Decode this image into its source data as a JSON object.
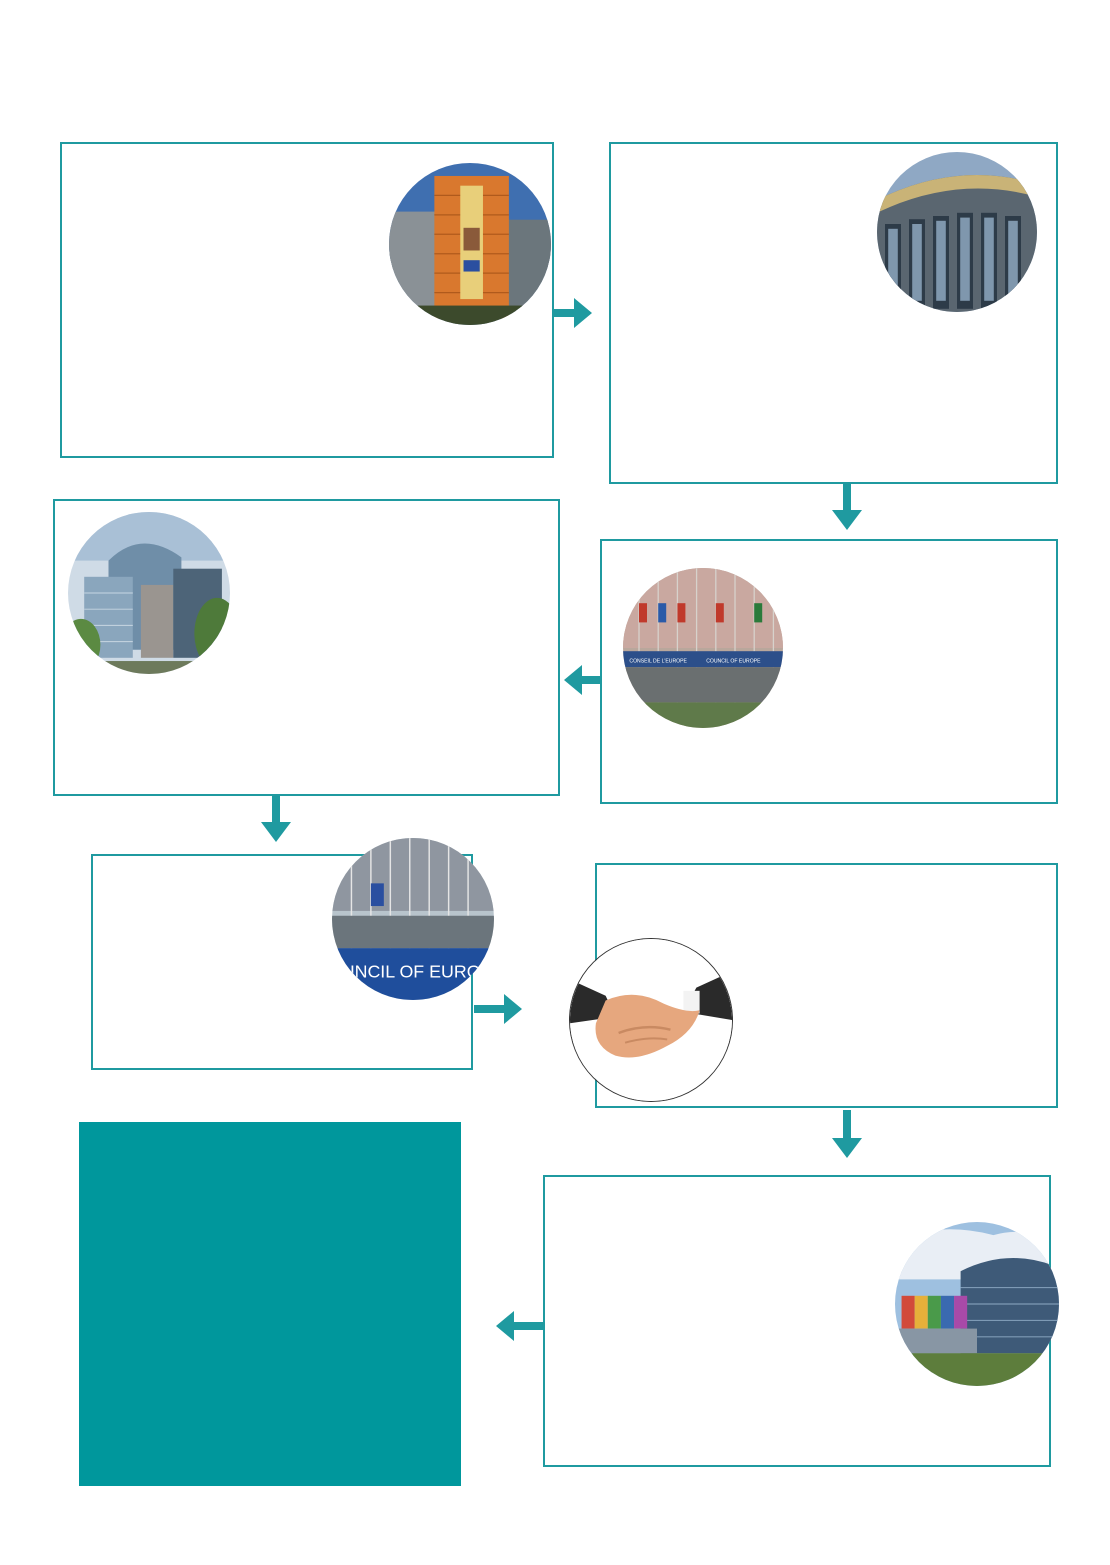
{
  "colors": {
    "accent": "#1f9aa0",
    "final_fill": "#00979c"
  },
  "photos": {
    "p1": {
      "sign_text": ""
    },
    "p4": {
      "banner_left": "CONSEIL DE L'EUROPE",
      "banner_right": "COUNCIL OF EUROPE"
    },
    "p5": {
      "banner": "UNCIL OF EURO"
    }
  },
  "flow": {
    "arrows": [
      "right",
      "down",
      "left",
      "down",
      "right",
      "down",
      "left"
    ]
  }
}
